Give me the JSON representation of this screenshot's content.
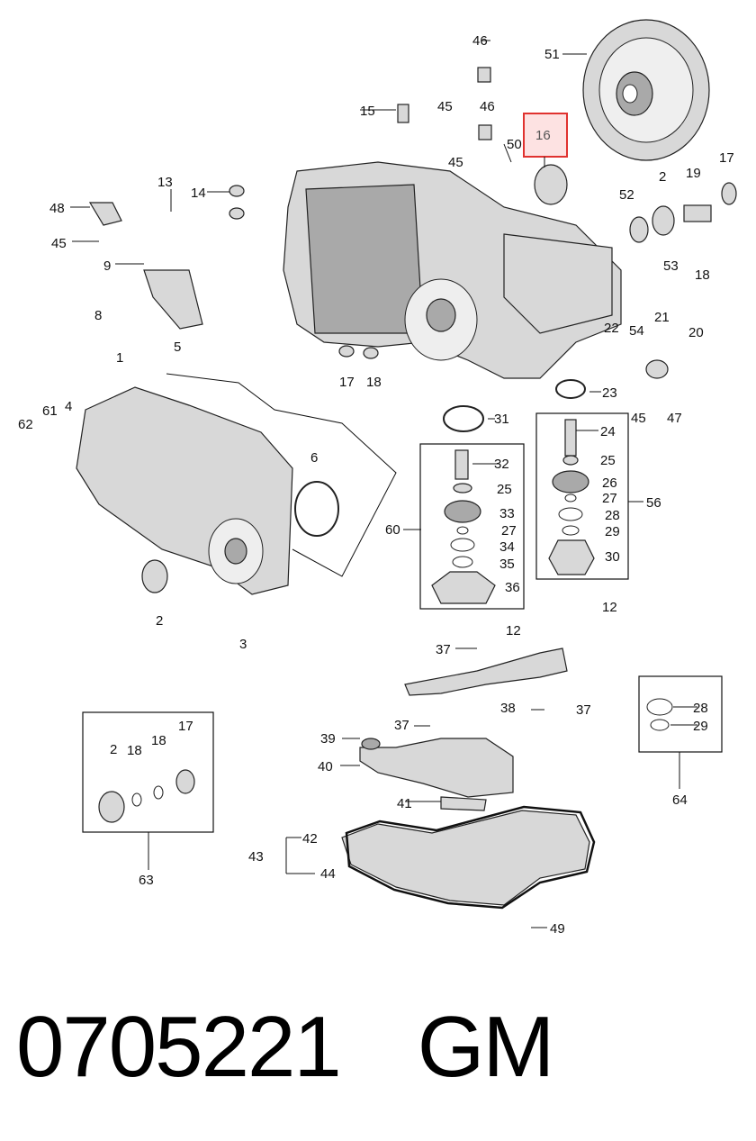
{
  "callouts": {
    "c1": "1",
    "c2": "2",
    "c3": "3",
    "c4": "4",
    "c5": "5",
    "c6": "6",
    "c8": "8",
    "c9": "9",
    "c12": "12",
    "c13": "13",
    "c14": "14",
    "c15": "15",
    "c16": "16",
    "c17": "17",
    "c18": "18",
    "c19": "19",
    "c20": "20",
    "c21": "21",
    "c22": "22",
    "c23": "23",
    "c24": "24",
    "c25": "25",
    "c26": "26",
    "c27": "27",
    "c28": "28",
    "c29": "29",
    "c30": "30",
    "c31": "31",
    "c32": "32",
    "c33": "33",
    "c34": "34",
    "c35": "35",
    "c36": "36",
    "c37": "37",
    "c38": "38",
    "c39": "39",
    "c40": "40",
    "c41": "41",
    "c42": "42",
    "c43": "43",
    "c44": "44",
    "c45": "45",
    "c46": "46",
    "c47": "47",
    "c48": "48",
    "c49": "49",
    "c50": "50",
    "c51": "51",
    "c52": "52",
    "c53": "53",
    "c54": "54",
    "c56": "56",
    "c60": "60",
    "c61": "61",
    "c62": "62",
    "c63": "63",
    "c64": "64"
  },
  "highlighted_part": "16",
  "caption": {
    "part_number": "0705221",
    "brand": "GM"
  }
}
